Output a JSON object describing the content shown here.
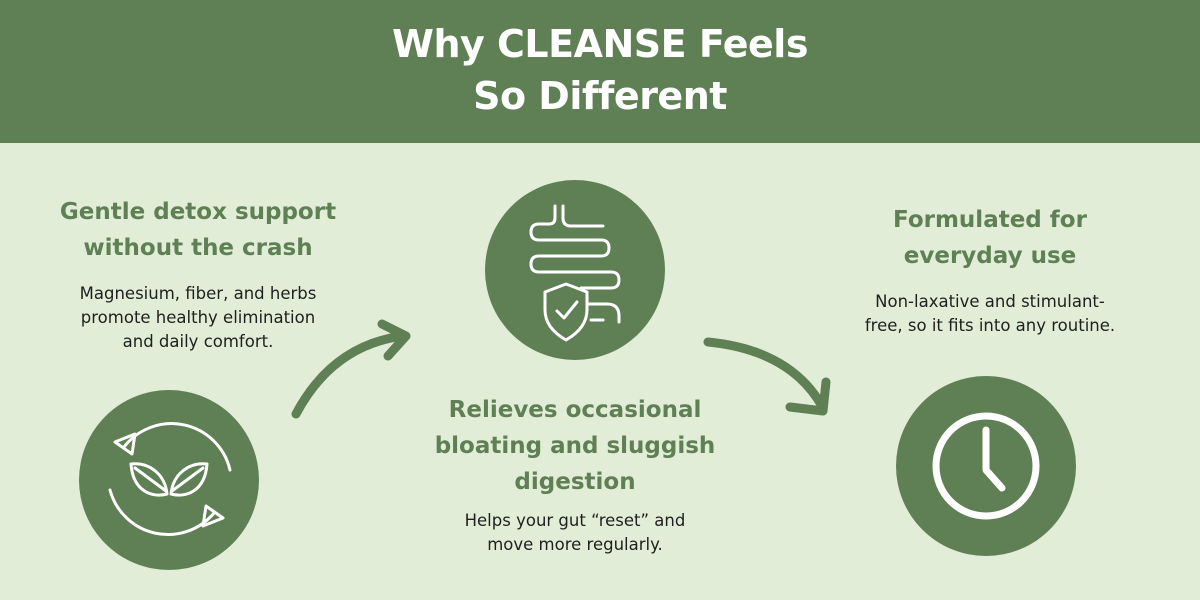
{
  "header": {
    "title_line1": "Why CLEANSE Feels",
    "title_line2": "So Different",
    "color": "#5f7f54"
  },
  "colors": {
    "background": "#e1edd6",
    "accent": "#5f7f54",
    "text": "#1f1f1f"
  },
  "features": [
    {
      "icon": "leaf-cycle-icon",
      "heading_line1": "Gentle detox support",
      "heading_line2": "without the crash",
      "desc_line1": "Magnesium, fiber, and herbs",
      "desc_line2": "promote healthy elimination",
      "desc_line3": "and daily comfort."
    },
    {
      "icon": "intestine-shield-icon",
      "heading_line1": "Relieves occasional",
      "heading_line2": "bloating and sluggish",
      "heading_line3": "digestion",
      "desc_line1": "Helps your gut “reset” and",
      "desc_line2": "move more regularly."
    },
    {
      "icon": "clock-icon",
      "heading_line1": "Formulated for",
      "heading_line2": "everyday use",
      "desc_line1": "Non-laxative and stimulant-",
      "desc_line2": "free, so it fits into any routine."
    }
  ]
}
